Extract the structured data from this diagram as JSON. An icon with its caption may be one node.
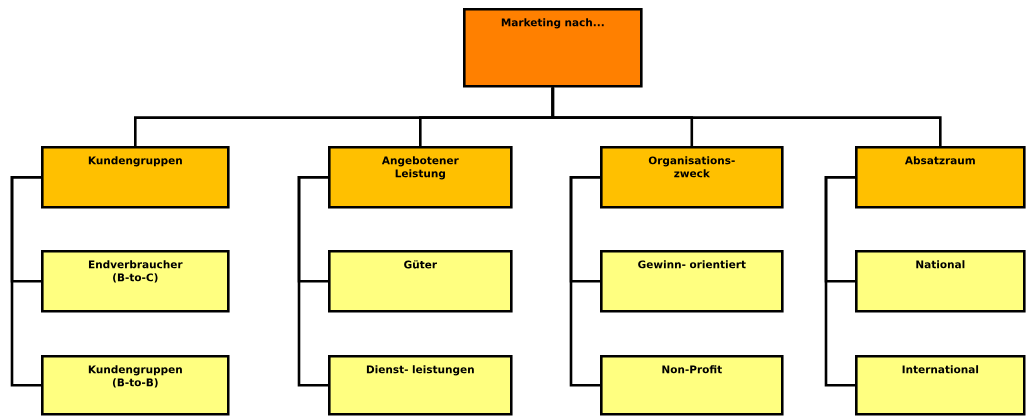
{
  "diagram": {
    "nodes": [
      {
        "text": [
          "Marketing nach..."
        ]
      },
      {
        "text": [
          "Kundengruppen"
        ]
      },
      {
        "text": [
          "Angebotener Leistung"
        ]
      },
      {
        "text": [
          "Organisations- zweck"
        ]
      },
      {
        "text": [
          "Absatzraum"
        ]
      },
      {
        "text": [
          "Endverbraucher (B-to-C)"
        ]
      },
      {
        "text": [
          "Güter"
        ]
      },
      {
        "text": [
          "Gewinn- orientiert"
        ]
      },
      {
        "text": [
          "National"
        ]
      },
      {
        "text": [
          "Kundengruppen (B-to-B)"
        ]
      },
      {
        "text": [
          "Dienst- leistungen"
        ]
      },
      {
        "text": [
          "Non-Profit"
        ]
      },
      {
        "text": [
          "International"
        ]
      }
    ],
    "edges": [
      {
        "from": 0,
        "to": 1,
        "arrow": "none"
      },
      {
        "from": 0,
        "to": 2,
        "arrow": "none"
      },
      {
        "from": 0,
        "to": 3,
        "arrow": "none"
      },
      {
        "from": 0,
        "to": 4,
        "arrow": "none"
      },
      {
        "from": 1,
        "to": 5,
        "arrow": "none"
      },
      {
        "from": 1,
        "to": 9,
        "arrow": "none"
      },
      {
        "from": 2,
        "to": 6,
        "arrow": "none"
      },
      {
        "from": 2,
        "to": 10,
        "arrow": "none"
      },
      {
        "from": 3,
        "to": 7,
        "arrow": "none"
      },
      {
        "from": 3,
        "to": 11,
        "arrow": "none"
      },
      {
        "from": 4,
        "to": 8,
        "arrow": "none"
      },
      {
        "from": 4,
        "to": 12,
        "arrow": "none"
      }
    ]
  }
}
